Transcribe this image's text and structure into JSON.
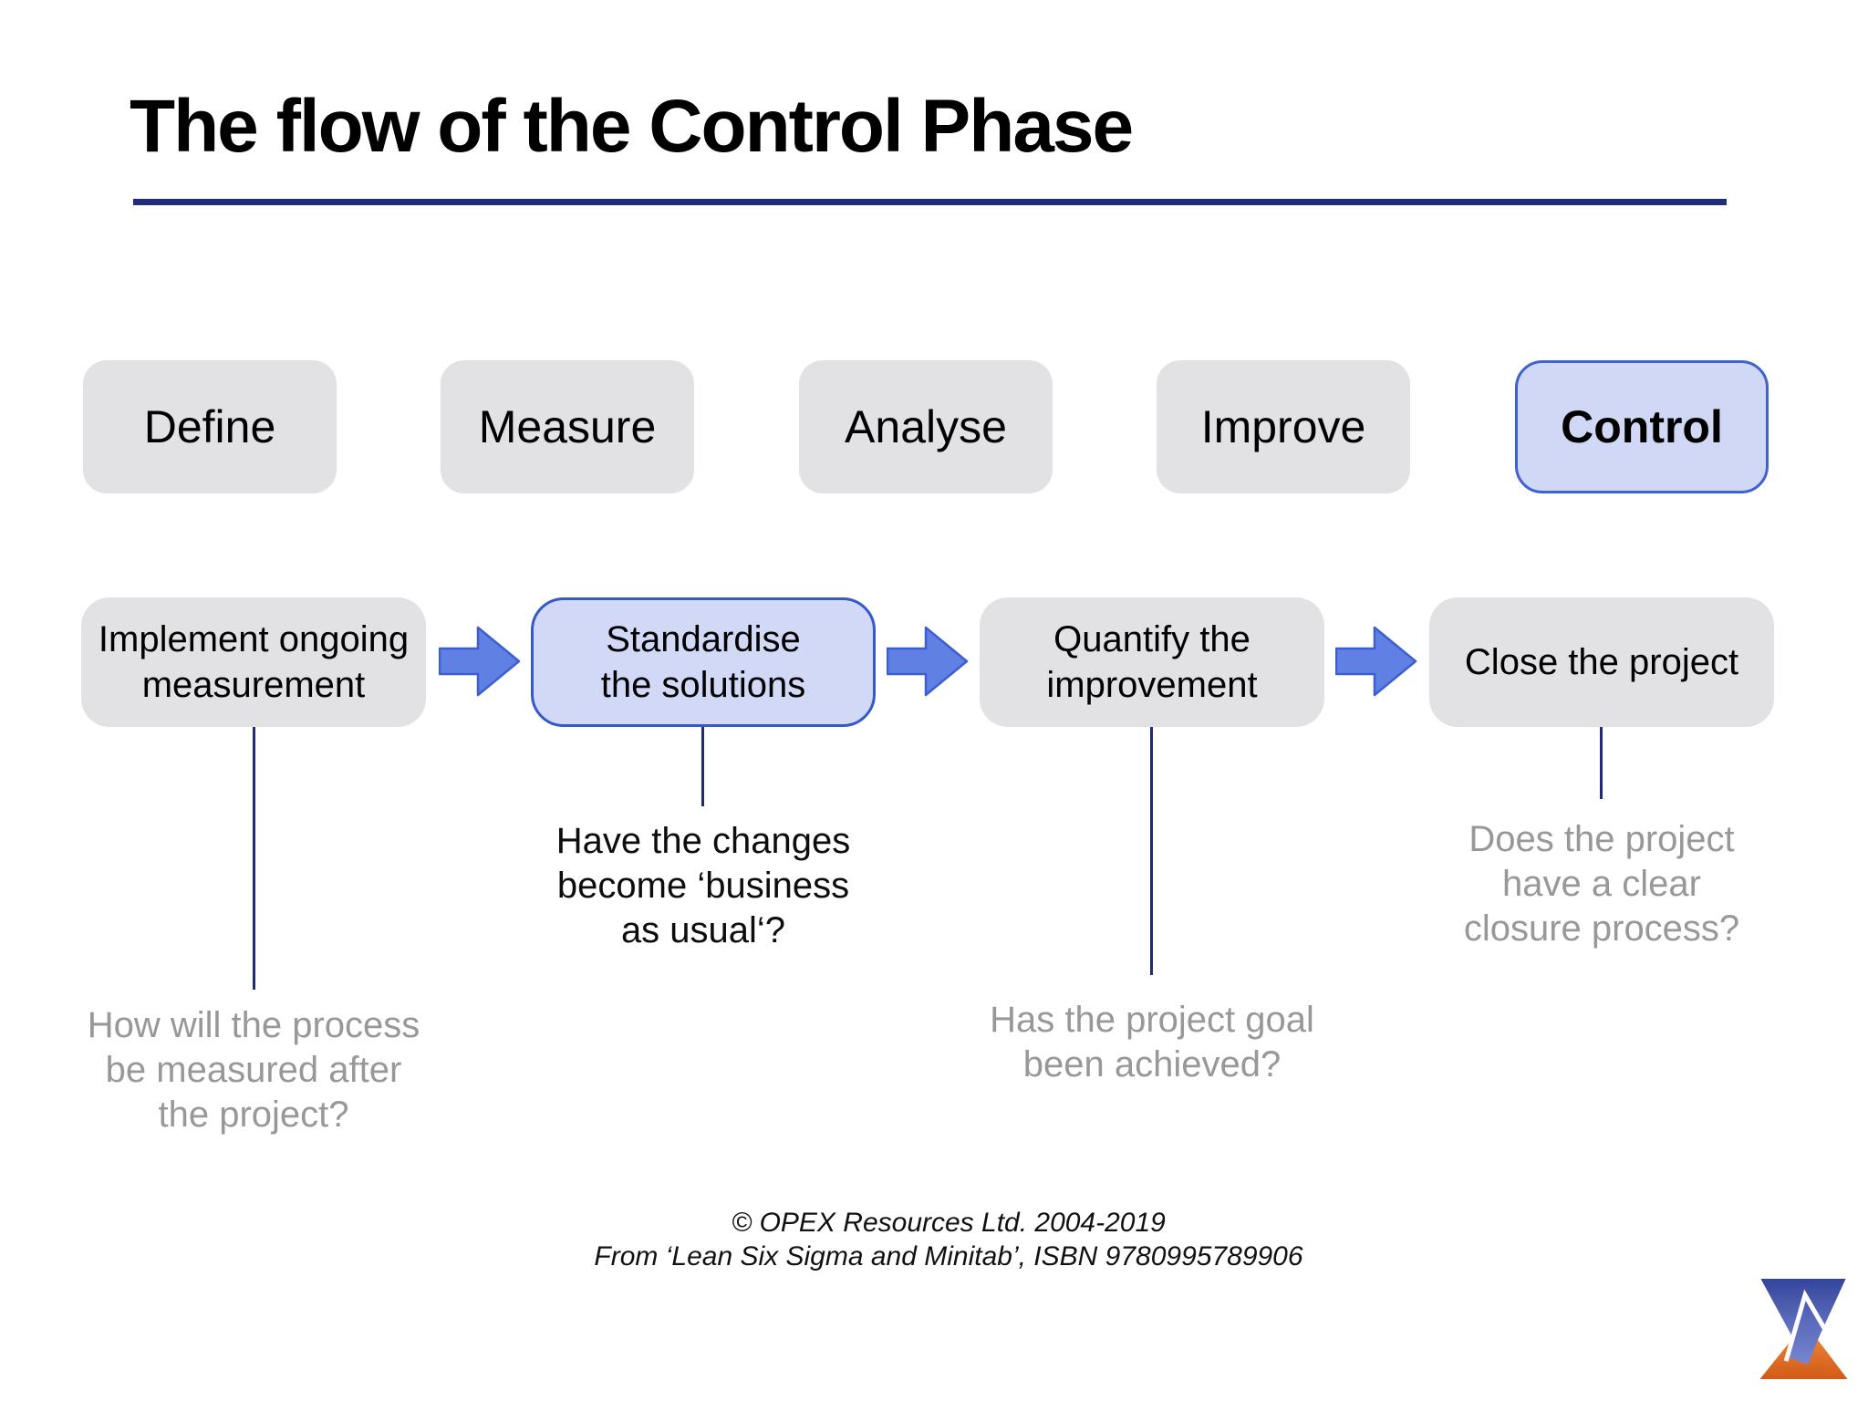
{
  "title": "The flow of the Control Phase",
  "phases": [
    {
      "label": "Define",
      "highlighted": false
    },
    {
      "label": "Measure",
      "highlighted": false
    },
    {
      "label": "Analyse",
      "highlighted": false
    },
    {
      "label": "Improve",
      "highlighted": false
    },
    {
      "label": "Control",
      "highlighted": true
    }
  ],
  "flow_steps": [
    {
      "lines": [
        "Implement ongoing",
        "measurement"
      ],
      "highlighted": false,
      "question_lines": [
        "How will the process",
        "be measured after",
        "the project?"
      ],
      "question_color": "gray"
    },
    {
      "lines": [
        "Standardise",
        "the solutions"
      ],
      "highlighted": true,
      "question_lines": [
        "Have the changes",
        "become ‘business",
        "as usual‘?"
      ],
      "question_color": "black"
    },
    {
      "lines": [
        "Quantify the",
        "improvement"
      ],
      "highlighted": false,
      "question_lines": [
        "Has the project goal",
        "been achieved?"
      ],
      "question_color": "gray"
    },
    {
      "lines": [
        "Close the project"
      ],
      "highlighted": false,
      "question_lines": [
        "Does the project",
        "have a clear",
        "closure process?"
      ],
      "question_color": "gray"
    }
  ],
  "footer": {
    "line1": "© OPEX Resources Ltd. 2004-2019",
    "line2": "From ‘Lean Six Sigma and Minitab’, ISBN 9780995789906"
  },
  "icons": {
    "flow_arrow": "right-block-arrow",
    "logo": "opex-hourglass-triangles-logo"
  },
  "colors": {
    "accent_navy": "#1f2c7c",
    "connector_navy": "#1f2b78",
    "box_gray": "#e2e2e4",
    "highlight_fill": "#d1d9f6",
    "highlight_border": "#3558cb",
    "arrow_fill": "#6180e4",
    "arrow_stroke": "#3b5fd1",
    "question_gray": "#989898",
    "question_black": "#0d0d0d",
    "logo_blue": "#34449b",
    "logo_orange": "#e2702c"
  }
}
